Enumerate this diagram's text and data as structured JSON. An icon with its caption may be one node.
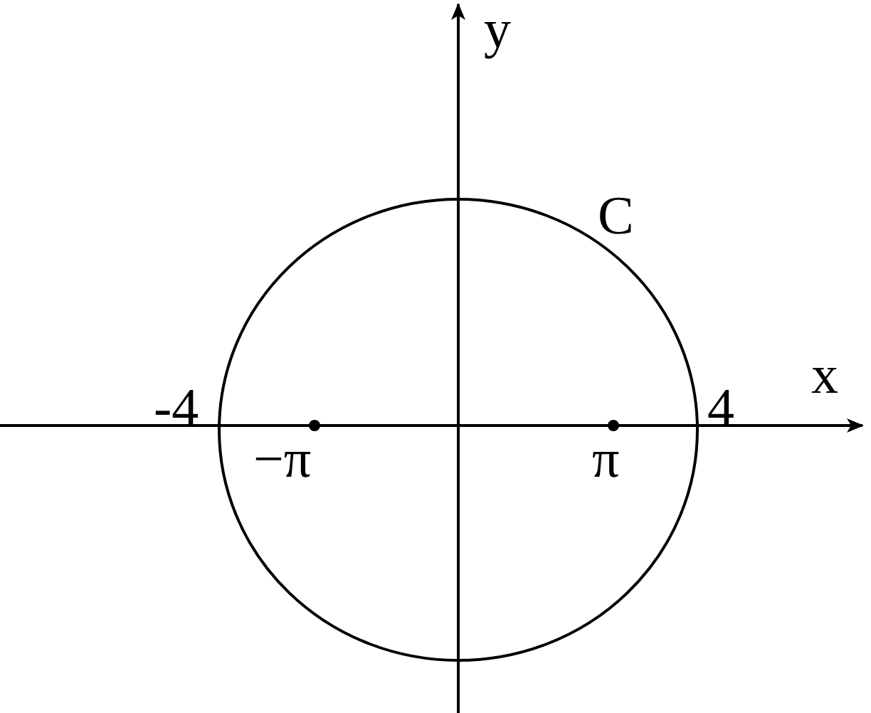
{
  "diagram": {
    "labels": [
      "y",
      "C",
      "x",
      "-4",
      "4",
      "−π",
      "π"
    ]
  }
}
